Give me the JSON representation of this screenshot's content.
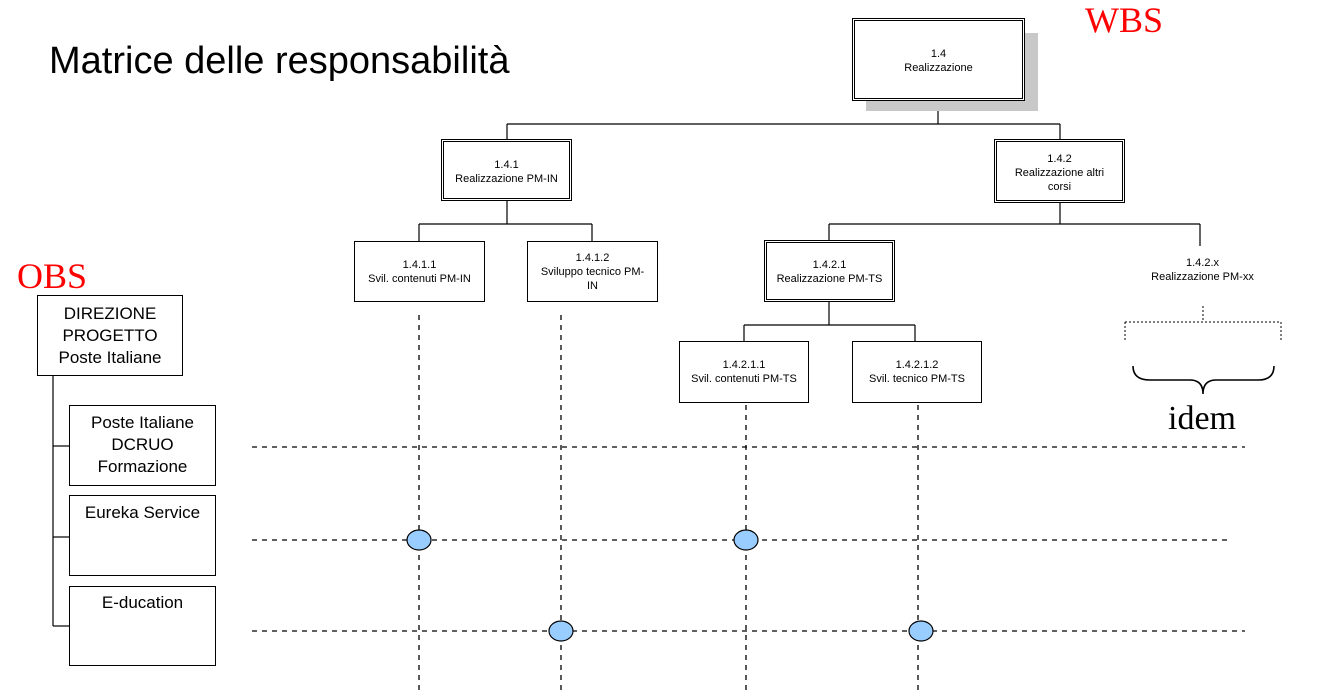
{
  "page": {
    "title": "Matrice delle responsabilità",
    "wbs_tag": "WBS",
    "obs_tag": "OBS",
    "idem_label": "idem"
  },
  "wbs": {
    "root": {
      "code": "1.4",
      "label": "Realizzazione"
    },
    "n141": {
      "code": "1.4.1",
      "label": "Realizzazione PM-IN"
    },
    "n142": {
      "code": "1.4.2",
      "label1": "Realizzazione altri",
      "label2": "corsi"
    },
    "n1411": {
      "code": "1.4.1.1",
      "label": "Svil. contenuti PM-IN"
    },
    "n1412": {
      "code": "1.4.1.2",
      "label1": "Sviluppo tecnico PM-",
      "label2": "IN"
    },
    "n1421": {
      "code": "1.4.2.1",
      "label": "Realizzazione PM-TS"
    },
    "n142x": {
      "code": "1.4.2.x",
      "label": "Realizzazione PM-xx"
    },
    "n14211": {
      "code": "1.4.2.1.1",
      "label": "Svil. contenuti PM-TS"
    },
    "n14212": {
      "code": "1.4.2.1.2",
      "label": "Svil. tecnico PM-TS"
    }
  },
  "obs": {
    "root": {
      "line1": "DIREZIONE",
      "line2": "PROGETTO",
      "line3": "Poste Italiane"
    },
    "unit1": {
      "line1": "Poste Italiane",
      "line2": "DCRUO",
      "line3": "Formazione"
    },
    "unit2": {
      "line1": "Eureka Service"
    },
    "unit3": {
      "line1": "E-ducation"
    }
  },
  "colors": {
    "tag_red": "#ff0000",
    "marker_fill": "#99ccff",
    "shadow": "#c8c8c8"
  }
}
